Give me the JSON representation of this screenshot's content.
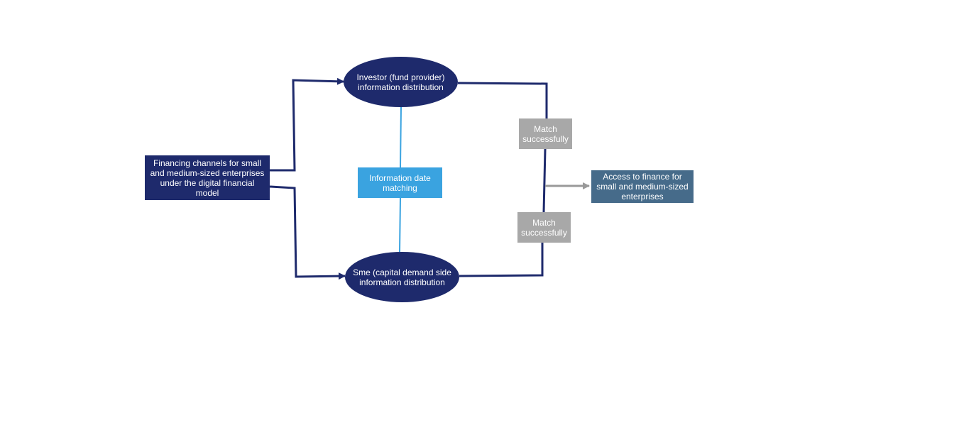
{
  "nodes": {
    "source": "Financing channels for small and medium-sized enterprises under the digital financial model",
    "investor": "Investor (fund provider) information distribution",
    "sme": "Sme (capital demand side information distribution",
    "matching": "Information date matching",
    "match_top": "Match successfully",
    "match_bottom": "Match successfully",
    "result": "Access to finance for small and medium-sized enterprises"
  },
  "colors": {
    "dark_navy": "#1e2a6c",
    "light_blue": "#3aa3e0",
    "gray": "#a8a8a8",
    "steel_blue": "#466b8a",
    "arrow_gray": "#999999"
  }
}
